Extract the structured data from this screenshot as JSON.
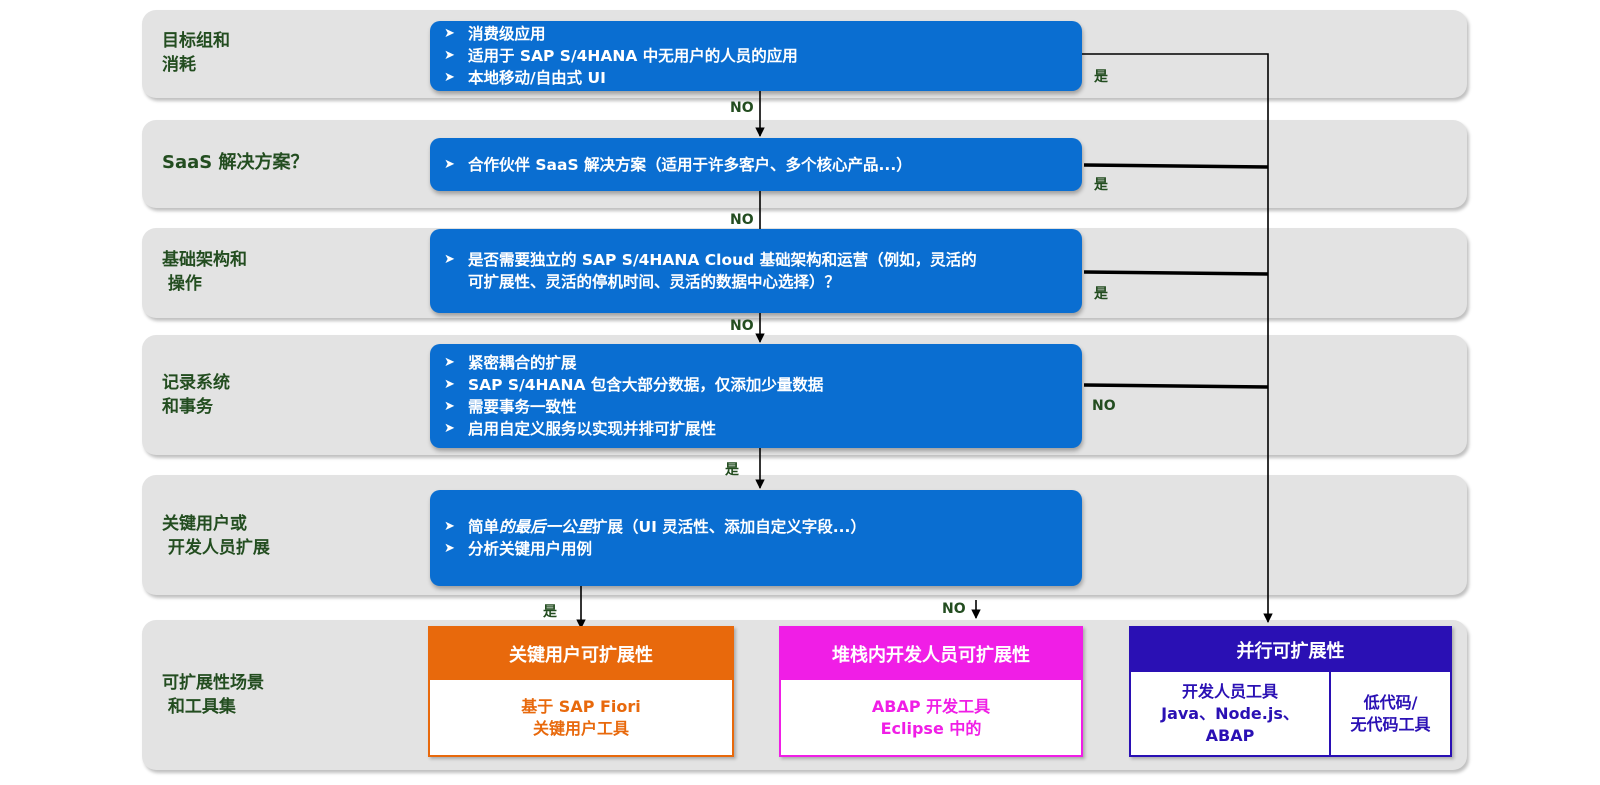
{
  "stages": {
    "target": [
      "目标组和",
      "消耗"
    ],
    "saas": [
      "SaaS 解决方案？"
    ],
    "infra": [
      "基础架构和",
      " 操作"
    ],
    "records": [
      "记录系统",
      "和事务"
    ],
    "keyuser": [
      "关键用户或",
      " 开发人员扩展"
    ],
    "scenarios": [
      "可扩展性场景",
      " 和工具集"
    ]
  },
  "boxes": {
    "target": [
      "消费级应用",
      "适用于 SAP S/4HANA 中无用户的人员的应用",
      "本地移动/自由式 UI"
    ],
    "saas": [
      "合作伙伴 SaaS 解决方案（适用于许多客户、多个核心产品...）"
    ],
    "infra": [
      "是否需要独立的 SAP S/4HANA Cloud 基础架构和运营（例如，灵活的",
      "可扩展性、灵活的停机时间、灵活的数据中心选择）？"
    ],
    "records": [
      "紧密耦合的扩展",
      "SAP S/4HANA 包含大部分数据，仅添加少量数据",
      "需要事务一致性",
      "启用自定义服务以实现并排可扩展性"
    ],
    "keyuser": {
      "item1_pre": "简单",
      "item1_em": "的最后一公里",
      "item1_post": "扩展（UI 灵活性、添加自定义字段...）",
      "item2": "分析关键用户用例"
    }
  },
  "labels": {
    "no1": "NO",
    "no2": "NO",
    "no3": "NO",
    "yes_down": "是",
    "yes_left": "是",
    "no_mid": "NO",
    "yes_r1": "是",
    "yes_r2": "是",
    "yes_r3": "是",
    "no_r4": "NO"
  },
  "tools": {
    "key_user": {
      "title": "关键用户可扩展性",
      "lines": [
        "基于 SAP Fiori",
        "关键用户工具"
      ]
    },
    "in_stack": {
      "title": "堆栈内开发人员可扩展性",
      "lines": [
        "ABAP 开发工具",
        "Eclipse 中的"
      ]
    },
    "side_by_side": {
      "title": "并行可扩展性",
      "dev_lines": [
        "开发人员工具",
        "Java、Node.js、",
        "ABAP"
      ],
      "lowcode_lines": [
        "低代码/",
        "无代码工具"
      ]
    }
  },
  "colors": {
    "band": "#e3e3e3",
    "box": "#0a6ed1",
    "stage_text": "#234d20",
    "key_user": "#e8690c",
    "in_stack": "#f01ee6",
    "side_by_side": "#2a10b4"
  }
}
